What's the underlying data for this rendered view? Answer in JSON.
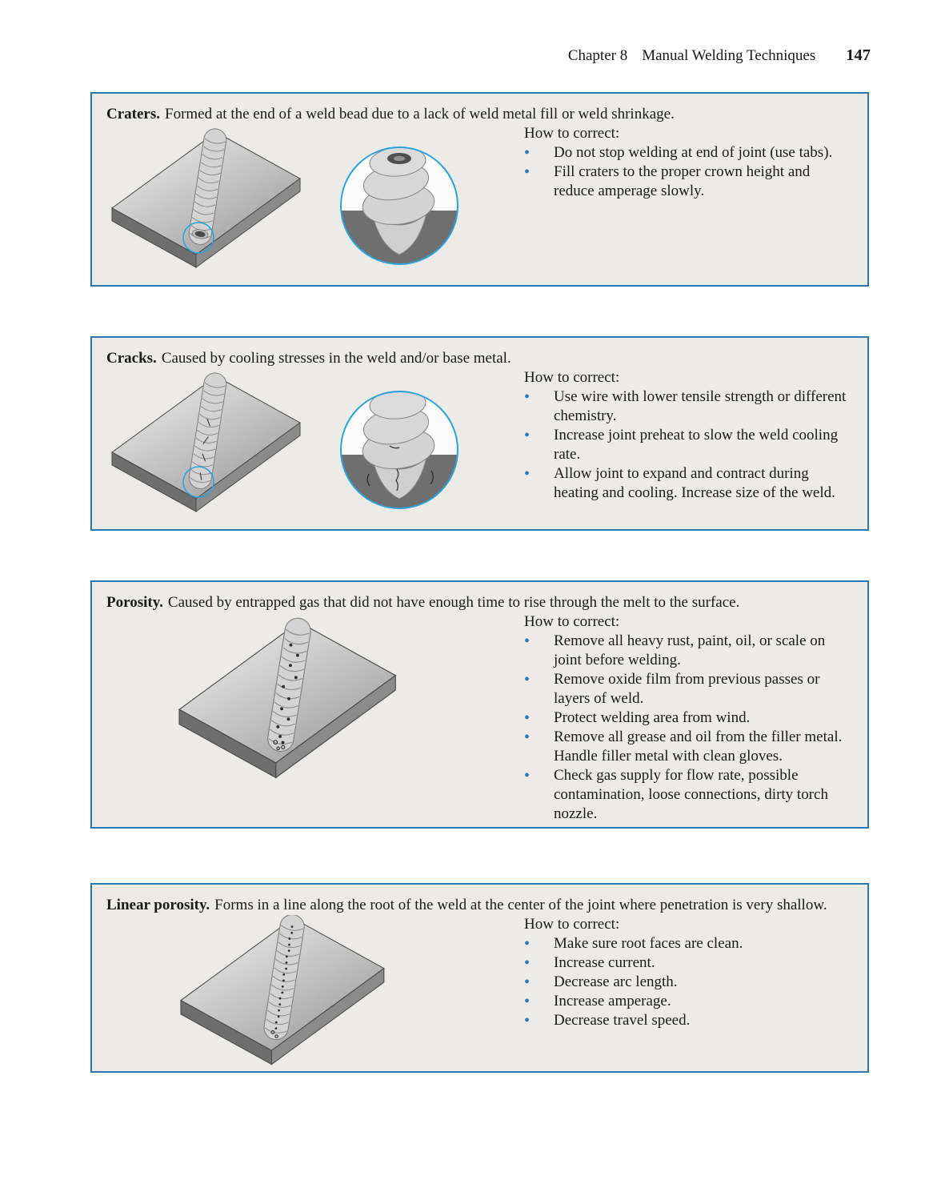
{
  "header": {
    "chapter": "Chapter 8",
    "book_title": "Manual Welding Techniques",
    "page_number": "147"
  },
  "icons": {
    "bullet": "•"
  },
  "sections": [
    {
      "term": "Craters.",
      "description": "Formed at the end of a weld bead due to a lack of weld metal fill or weld shrinkage.",
      "how_label": "How to correct:",
      "bullets": [
        "Do not stop welding at end of joint (use tabs).",
        "Fill craters to the proper crown height and reduce amperage slowly."
      ]
    },
    {
      "term": "Cracks.",
      "description": "Caused by cooling stresses in the weld and/or base metal.",
      "how_label": "How to correct:",
      "bullets": [
        "Use wire with lower tensile strength or different chemistry.",
        "Increase joint preheat to slow the weld cooling rate.",
        "Allow joint to expand and contract during heating and cooling. Increase size of the weld."
      ]
    },
    {
      "term": "Porosity.",
      "description": "Caused by entrapped gas that did not have enough time to rise through the melt to the surface.",
      "how_label": "How to correct:",
      "bullets": [
        "Remove all heavy rust, paint, oil, or scale on joint before welding.",
        "Remove oxide film from previous passes or layers of weld.",
        "Protect welding area from wind.",
        "Remove all grease and oil from the filler metal. Handle filler metal with clean gloves.",
        "Check gas supply for flow rate, possible contamination, loose connections, dirty torch nozzle."
      ]
    },
    {
      "term": "Linear porosity.",
      "description": "Forms in a line along the root of the weld at the center of the joint where penetration is very shallow.",
      "how_label": "How to correct:",
      "bullets": [
        "Make sure root faces are clean.",
        "Increase current.",
        "Decrease arc length.",
        "Increase amperage.",
        "Decrease travel speed."
      ]
    }
  ],
  "colors": {
    "box_border": "#2878b8",
    "box_background": "#ecebe7",
    "bullet": "#2878b8",
    "zoom_circle": "#2aa4dc",
    "text": "#1a1a1a"
  }
}
